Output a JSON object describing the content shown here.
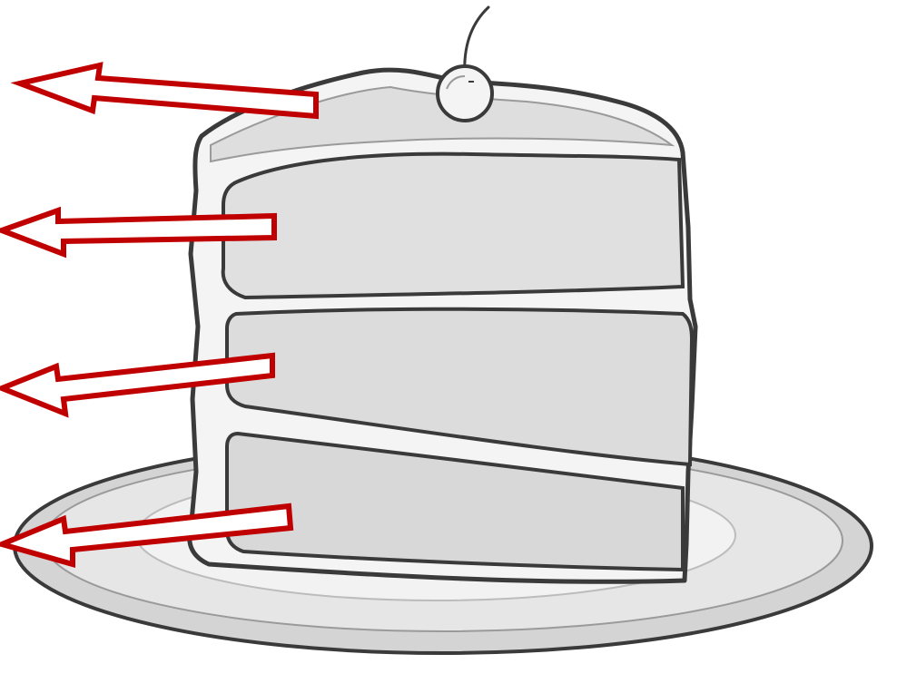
{
  "illustration": {
    "subject": "cake-slice-on-plate",
    "layers": [
      {
        "name": "frosting-top"
      },
      {
        "name": "cake-layer-top"
      },
      {
        "name": "cake-layer-middle"
      },
      {
        "name": "cake-layer-bottom"
      }
    ],
    "topping": "cherry"
  },
  "arrows": {
    "count": 4,
    "direction": "left",
    "color": "#c00000"
  },
  "colors": {
    "outline": "#3a3a3a",
    "frosting": "#f4f4f4",
    "cake": "#d9d9d9",
    "plate_rim": "#cfcfcf",
    "plate_center": "#eeeeee",
    "arrow_fill": "#ffffff",
    "arrow_stroke": "#c00000"
  }
}
